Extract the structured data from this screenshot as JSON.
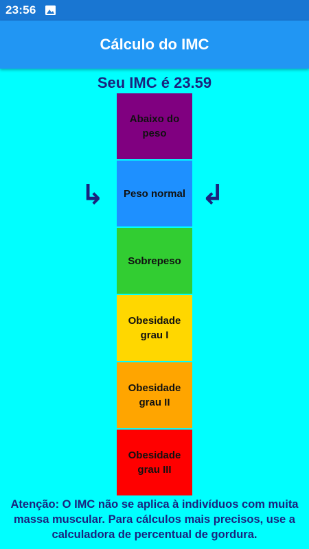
{
  "status_bar": {
    "time": "23:56",
    "icon": "image-notification-icon"
  },
  "app_bar": {
    "title": "Cálculo do IMC"
  },
  "result": {
    "text": "Seu IMC é 23.59"
  },
  "levels": [
    {
      "label": "Abaixo do peso",
      "color": "#800080"
    },
    {
      "label": "Peso normal",
      "color": "#1e90ff"
    },
    {
      "label": "Sobrepeso",
      "color": "#32cd32"
    },
    {
      "label": "Obesidade grau I",
      "color": "#ffd700"
    },
    {
      "label": "Obesidade grau II",
      "color": "#ffa500"
    },
    {
      "label": "Obesidade grau III",
      "color": "#ff0000"
    }
  ],
  "indicator": {
    "left_arrow": "↳",
    "right_arrow": "↲",
    "selected_level": "Peso normal"
  },
  "warning": {
    "text": "Atenção: O IMC não se aplica à indivíduos com muita massa muscular. Para cálculos mais precisos, use a calculadora de percentual de gordura."
  },
  "colors": {
    "background": "#00ffff",
    "app_bar": "#2196f3",
    "status_bar": "#1976d2",
    "text_accent": "#1a237e"
  }
}
